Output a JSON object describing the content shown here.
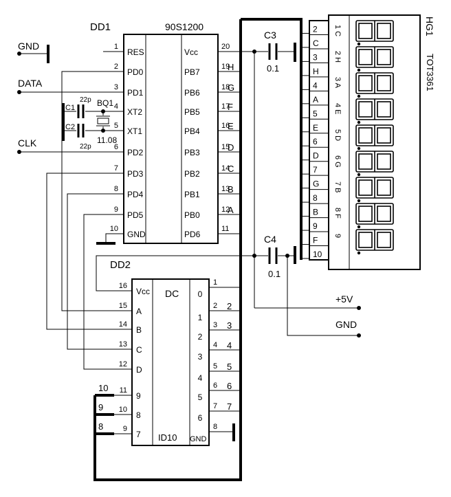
{
  "dd1": {
    "ref": "DD1",
    "part": "90S1200",
    "left_pins": [
      {
        "num": "1",
        "label": "RES"
      },
      {
        "num": "2",
        "label": "PD0"
      },
      {
        "num": "3",
        "label": "PD1"
      },
      {
        "num": "4",
        "label": "XT2"
      },
      {
        "num": "5",
        "label": "XT1"
      },
      {
        "num": "6",
        "label": "PD2"
      },
      {
        "num": "7",
        "label": "PD3"
      },
      {
        "num": "8",
        "label": "PD4"
      },
      {
        "num": "9",
        "label": "PD5"
      },
      {
        "num": "10",
        "label": "GND"
      }
    ],
    "right_pins": [
      {
        "num": "20",
        "label": "Vcc",
        "net": ""
      },
      {
        "num": "19",
        "label": "PB7",
        "net": "H"
      },
      {
        "num": "18",
        "label": "PB6",
        "net": "G"
      },
      {
        "num": "17",
        "label": "PB5",
        "net": "F"
      },
      {
        "num": "16",
        "label": "PB4",
        "net": "E"
      },
      {
        "num": "15",
        "label": "PB3",
        "net": "D"
      },
      {
        "num": "14",
        "label": "PB2",
        "net": "C"
      },
      {
        "num": "13",
        "label": "PB1",
        "net": "B"
      },
      {
        "num": "12",
        "label": "PB0",
        "net": "A"
      },
      {
        "num": "11",
        "label": "PD6",
        "net": ""
      }
    ]
  },
  "dd2": {
    "ref": "DD2",
    "func": "DC",
    "part": "ID10",
    "left_pins": [
      {
        "num": "16",
        "label": "Vcc",
        "net": ""
      },
      {
        "num": "15",
        "label": "A",
        "net": ""
      },
      {
        "num": "14",
        "label": "B",
        "net": ""
      },
      {
        "num": "13",
        "label": "C",
        "net": ""
      },
      {
        "num": "12",
        "label": "D",
        "net": ""
      },
      {
        "num": "11",
        "label": "9",
        "net": "10"
      },
      {
        "num": "10",
        "label": "8",
        "net": "9"
      },
      {
        "num": "9",
        "label": "7",
        "net": "8"
      }
    ],
    "right_pins": [
      {
        "num": "1",
        "label": "0",
        "net": ""
      },
      {
        "num": "2",
        "label": "1",
        "net": "2"
      },
      {
        "num": "3",
        "label": "2",
        "net": "3"
      },
      {
        "num": "4",
        "label": "3",
        "net": "4"
      },
      {
        "num": "5",
        "label": "4",
        "net": "5"
      },
      {
        "num": "6",
        "label": "5",
        "net": "6"
      },
      {
        "num": "7",
        "label": "6",
        "net": "7"
      },
      {
        "num": "8",
        "label": "GND",
        "net": ""
      }
    ]
  },
  "signals": {
    "gnd": "GND",
    "data": "DATA",
    "clk": "CLK",
    "vplus": "+5V",
    "gnd2": "GND"
  },
  "crystal": {
    "ref": "BQ1",
    "value": "11.08"
  },
  "c1": {
    "ref": "C1",
    "value": "22p"
  },
  "c2": {
    "ref": "C2",
    "value": "22p"
  },
  "c3": {
    "ref": "C3",
    "value": "0.1"
  },
  "c4": {
    "ref": "C4",
    "value": "0.1"
  },
  "hg1": {
    "ref": "HG1",
    "part": "TOT3361",
    "pins": [
      "2",
      "C",
      "3",
      "H",
      "4",
      "A",
      "5",
      "E",
      "6",
      "D",
      "7",
      "G",
      "8",
      "B",
      "9",
      "F",
      "10"
    ],
    "side_labels": [
      "1 C",
      "2 H",
      "3 A",
      "4 E",
      "5 D",
      "6 G",
      "7 B",
      "8 F",
      "9"
    ]
  }
}
